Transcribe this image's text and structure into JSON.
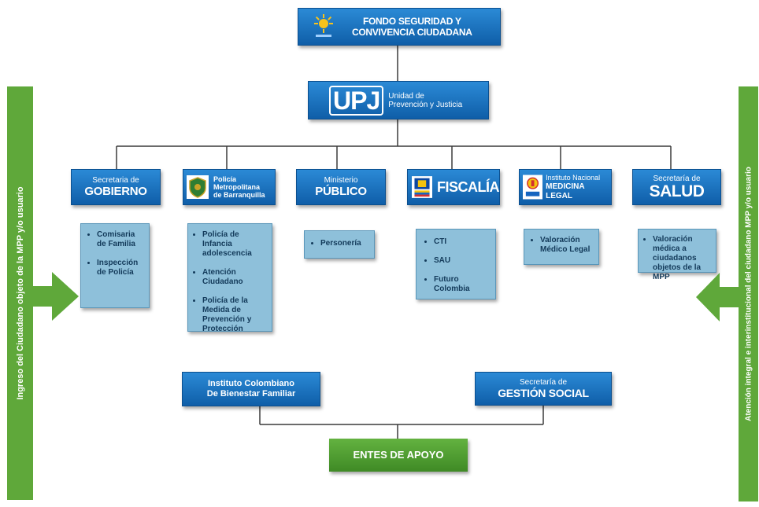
{
  "top": {
    "line1": "FONDO SEGURIDAD Y",
    "line2": "CONVIVENCIA CIUDADANA"
  },
  "upj": {
    "logo": "UPJ",
    "line1": "Unidad de",
    "line2": "Prevención y Justicia"
  },
  "entities": {
    "gobierno": {
      "pre": "Secretaria de",
      "name": "GOBIERNO",
      "items": [
        "Comisaria de Familia",
        "Inspección de Policía"
      ]
    },
    "policia": {
      "line1": "Policía",
      "line2": "Metropolitana",
      "line3": "de Barranquilla",
      "items": [
        "Policía de Infancia adolescencia",
        "Atención Ciudadano",
        "Policía de la Medida de Prevención y Protección"
      ]
    },
    "ministerio": {
      "pre": "Ministerio",
      "name": "PÚBLICO",
      "items": [
        "Personería"
      ]
    },
    "fiscalia": {
      "name": "FISCALÍA",
      "items": [
        "CTI",
        "SAU",
        "Futuro Colombia"
      ]
    },
    "medicina": {
      "line1": "Instituto Nacional",
      "line2": "MEDICINA LEGAL",
      "items": [
        "Valoración Médico Legal"
      ]
    },
    "salud": {
      "pre": "Secretaría de",
      "name": "SALUD",
      "items": [
        "Valoración médica a ciudadanos objetos de la MPP"
      ]
    }
  },
  "support": {
    "icbf": {
      "line1": "Instituto Colombiano",
      "line2": "De Bienestar Familiar"
    },
    "gestion": {
      "pre": "Secretaría de",
      "name": "GESTIÓN SOCIAL"
    },
    "apoyo": "ENTES DE APOYO"
  },
  "sidebars": {
    "left": "Ingreso del Ciudadano objeto de la MPP y/o usuario",
    "right": "Atención integral e interinstitucional del ciudadano MPP y/o usuario"
  },
  "colors": {
    "blue": "#1673c0",
    "light_blue": "#8ec0da",
    "green": "#5fa83a"
  },
  "icons": {
    "top": "sun-logo-icon",
    "policia": "police-shield-icon",
    "fiscalia": "fiscalia-logo-icon",
    "medicina": "medicina-legal-logo-icon"
  }
}
